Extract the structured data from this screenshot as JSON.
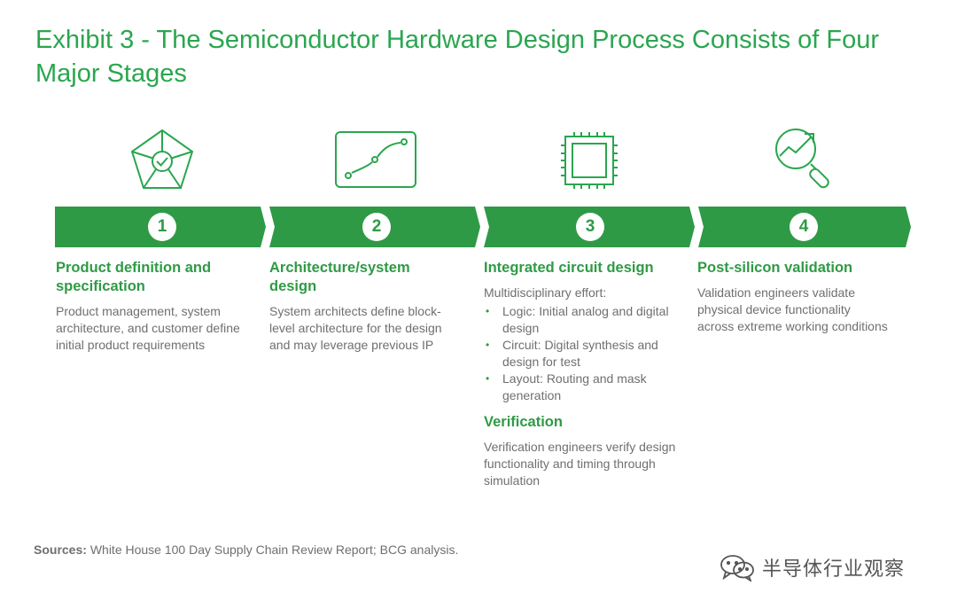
{
  "title": "Exhibit 3 - The Semiconductor Hardware Design Process Consists of Four Major Stages",
  "colors": {
    "accent": "#2aa64f",
    "bar": "#2f9a45",
    "text": "#6f6f6f"
  },
  "stages": [
    {
      "number": "1",
      "icon": "pentagon-check-icon",
      "heading": "Product definition and specification",
      "description": "Product management, system architecture, and customer define initial product requirements"
    },
    {
      "number": "2",
      "icon": "architecture-board-icon",
      "heading": "Architecture/system design",
      "description": "System architects define block-level architecture for the design and may leverage previous IP"
    },
    {
      "number": "3",
      "icon": "chip-icon",
      "heading": "Integrated circuit design",
      "description": "Multidisciplinary effort:",
      "bullets": [
        "Logic: Initial analog and digital design",
        "Circuit: Digital synthesis and design for test",
        "Layout: Routing and mask generation"
      ],
      "sub_heading": "Verification",
      "sub_description": "Verification engineers verify design functionality and timing through simulation"
    },
    {
      "number": "4",
      "icon": "magnifier-trend-icon",
      "heading": "Post-silicon validation",
      "description": "Validation engineers validate physical device functionality across extreme working conditions"
    }
  ],
  "sources": {
    "label": "Sources:",
    "text": "White House 100 Day Supply Chain Review Report; BCG analysis."
  },
  "watermark": {
    "text": "半导体行业观察",
    "icon": "wechat-icon"
  }
}
